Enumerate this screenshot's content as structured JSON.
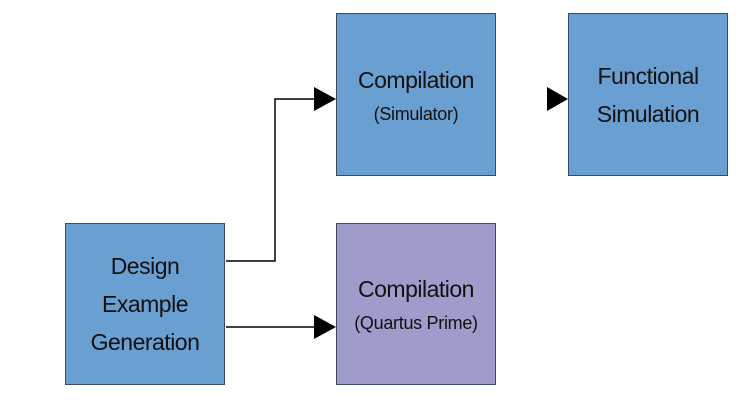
{
  "diagram": {
    "nodes": {
      "design_example_generation": {
        "lines": [
          "Design",
          "Example",
          "Generation"
        ],
        "color": "#6a9fd2"
      },
      "compilation_simulator": {
        "title": "Compilation",
        "subtitle": "(Simulator)",
        "color": "#6a9fd2"
      },
      "functional_simulation": {
        "lines": [
          "Functional",
          "Simulation"
        ],
        "color": "#6a9fd2"
      },
      "compilation_quartus": {
        "title": "Compilation",
        "subtitle": "(Quartus Prime)",
        "color": "#9e9ccb"
      }
    },
    "edges": [
      {
        "from": "design_example_generation",
        "to": "compilation_simulator"
      },
      {
        "from": "design_example_generation",
        "to": "compilation_quartus"
      },
      {
        "from": "compilation_simulator",
        "to": "functional_simulation"
      }
    ]
  }
}
